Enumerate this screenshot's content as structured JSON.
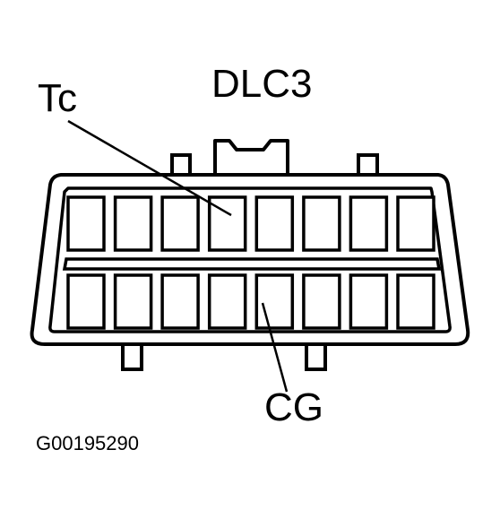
{
  "diagram": {
    "title": "DLC3",
    "labels": {
      "tc": "Tc",
      "cg": "CG"
    },
    "figure_id": "G00195290",
    "connector": {
      "pins_per_row": 8,
      "rows": 2
    },
    "colors": {
      "ink": "#000000",
      "paper": "#ffffff"
    }
  }
}
